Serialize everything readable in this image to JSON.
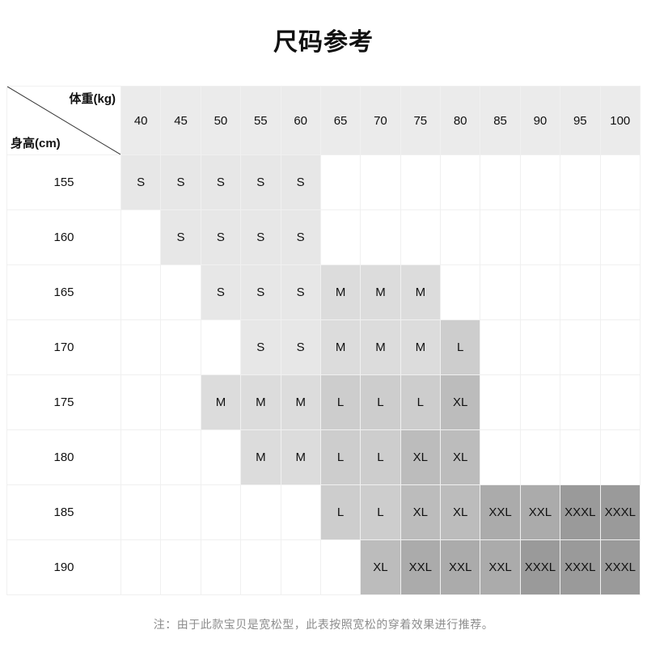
{
  "page": {
    "title": "尺码参考",
    "footnote": "注：由于此款宝贝是宽松型，此表按照宽松的穿着效果进行推荐。"
  },
  "table": {
    "corner": {
      "weight_label": "体重(kg)",
      "height_label": "身高(cm)"
    },
    "weight_columns": [
      "40",
      "45",
      "50",
      "55",
      "60",
      "65",
      "70",
      "75",
      "80",
      "85",
      "90",
      "95",
      "100"
    ],
    "height_rows": [
      "155",
      "160",
      "165",
      "170",
      "175",
      "180",
      "185",
      "190"
    ]
  },
  "chart_data": {
    "type": "table",
    "title": "尺码参考",
    "xlabel": "体重(kg)",
    "ylabel": "身高(cm)",
    "categories": [
      "40",
      "45",
      "50",
      "55",
      "60",
      "65",
      "70",
      "75",
      "80",
      "85",
      "90",
      "95",
      "100"
    ],
    "rows": [
      "155",
      "160",
      "165",
      "170",
      "175",
      "180",
      "185",
      "190"
    ],
    "legend": [
      "S",
      "M",
      "L",
      "XL",
      "XXL",
      "XXXL"
    ],
    "colors": {
      "empty": "#ffffff",
      "S": "#e7e7e7",
      "M": "#dcdcdc",
      "L": "#cdcdcd",
      "XL": "#bcbcbc",
      "XXL": "#ababab",
      "XXXL": "#9a9a9a"
    },
    "matrix": [
      {
        "height": "155",
        "cells": [
          "S",
          "S",
          "S",
          "S",
          "S",
          "",
          "",
          "",
          "",
          "",
          "",
          "",
          ""
        ]
      },
      {
        "height": "160",
        "cells": [
          "",
          "S",
          "S",
          "S",
          "S",
          "",
          "",
          "",
          "",
          "",
          "",
          "",
          ""
        ]
      },
      {
        "height": "165",
        "cells": [
          "",
          "",
          "S",
          "S",
          "S",
          "M",
          "M",
          "M",
          "",
          "",
          "",
          "",
          ""
        ]
      },
      {
        "height": "170",
        "cells": [
          "",
          "",
          "",
          "S",
          "S",
          "M",
          "M",
          "M",
          "L",
          "",
          "",
          "",
          ""
        ]
      },
      {
        "height": "175",
        "cells": [
          "",
          "",
          "M",
          "M",
          "M",
          "L",
          "L",
          "L",
          "XL",
          "",
          "",
          "",
          ""
        ]
      },
      {
        "height": "180",
        "cells": [
          "",
          "",
          "",
          "M",
          "M",
          "L",
          "L",
          "XL",
          "XL",
          "",
          "",
          "",
          ""
        ]
      },
      {
        "height": "185",
        "cells": [
          "",
          "",
          "",
          "",
          "",
          "L",
          "L",
          "XL",
          "XL",
          "XXL",
          "XXL",
          "XXXL",
          "XXXL"
        ]
      },
      {
        "height": "190",
        "cells": [
          "",
          "",
          "",
          "",
          "",
          "",
          "XL",
          "XXL",
          "XXL",
          "XXL",
          "XXXL",
          "XXXL",
          "XXXL"
        ]
      }
    ],
    "notes": "注：由于此款宝贝是宽松型，此表按照宽松的穿着效果进行推荐。"
  }
}
